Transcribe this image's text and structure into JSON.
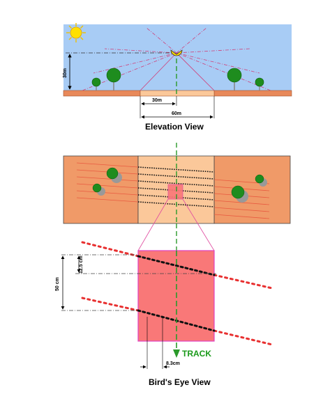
{
  "elevation": {
    "height_label": "30m",
    "inner_width_label": "30m",
    "outer_width_label": "60m",
    "title": "Elevation View"
  },
  "birdseye": {
    "spacing_label": "12.5 cm",
    "span_label": "50 cm",
    "offset_label": "8.3cm",
    "track_label": "TRACK",
    "title": "Bird's Eye View"
  },
  "colors": {
    "sky": "#a8ccf5",
    "ground": "#e8895a",
    "sensor_zone": "#fbc89a",
    "zoom_box": "#f97878",
    "track": "#2a9a2a",
    "dots_red": "#e83030",
    "sun": "#ffe000"
  },
  "icons": [
    "sun-icon",
    "camera-icon",
    "tree-icon",
    "arrow-down-icon"
  ]
}
